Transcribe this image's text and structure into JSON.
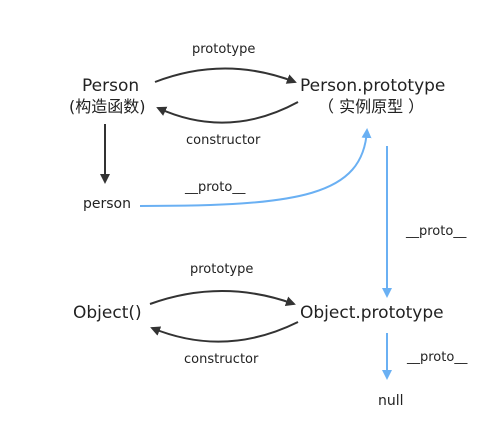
{
  "nodes": {
    "person_ctor": {
      "name": "Person",
      "subtitle": "(构造函数)"
    },
    "person_proto": {
      "name": "Person.prototype",
      "subtitle": "（ 实例原型 ）"
    },
    "person_instance": {
      "name": "person"
    },
    "object_ctor": {
      "name": "Object()"
    },
    "object_proto": {
      "name": "Object.prototype"
    },
    "null_node": {
      "name": "null"
    }
  },
  "edges": {
    "prototype_top": "prototype",
    "constructor_top": "constructor",
    "proto_person": "__proto__",
    "proto_person_prototype": "__proto__",
    "prototype_bottom": "prototype",
    "constructor_bottom": "constructor",
    "proto_object_prototype": "__proto__"
  },
  "colors": {
    "dark_arrow": "#333333",
    "blue_arrow": "#6ab0f3"
  }
}
